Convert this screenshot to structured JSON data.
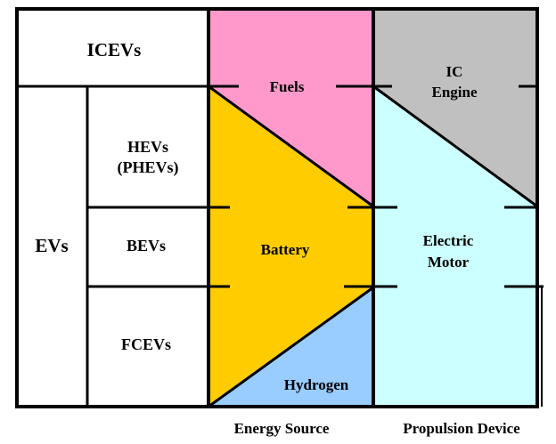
{
  "vehicle_types": {
    "icevs": "ICEVs",
    "evs": "EVs",
    "hevs_line1": "HEVs",
    "hevs_line2": "(PHEVs)",
    "bevs": "BEVs",
    "fcevs": "FCEVs"
  },
  "energy_sources": {
    "fuels": "Fuels",
    "battery": "Battery",
    "hydrogen": "Hydrogen"
  },
  "propulsion_devices": {
    "ic_engine_line1": "IC",
    "ic_engine_line2": "Engine",
    "electric_motor_line1": "Electric",
    "electric_motor_line2": "Motor"
  },
  "column_labels": {
    "energy_source": "Energy Source",
    "propulsion_device": "Propulsion Device"
  },
  "colors": {
    "fuels": "#ff99cc",
    "battery": "#ffcc00",
    "hydrogen": "#99ccff",
    "ic_engine": "#c0c0c0",
    "electric_motor": "#ccffff",
    "background": "#ffffff",
    "lines": "#000000"
  }
}
